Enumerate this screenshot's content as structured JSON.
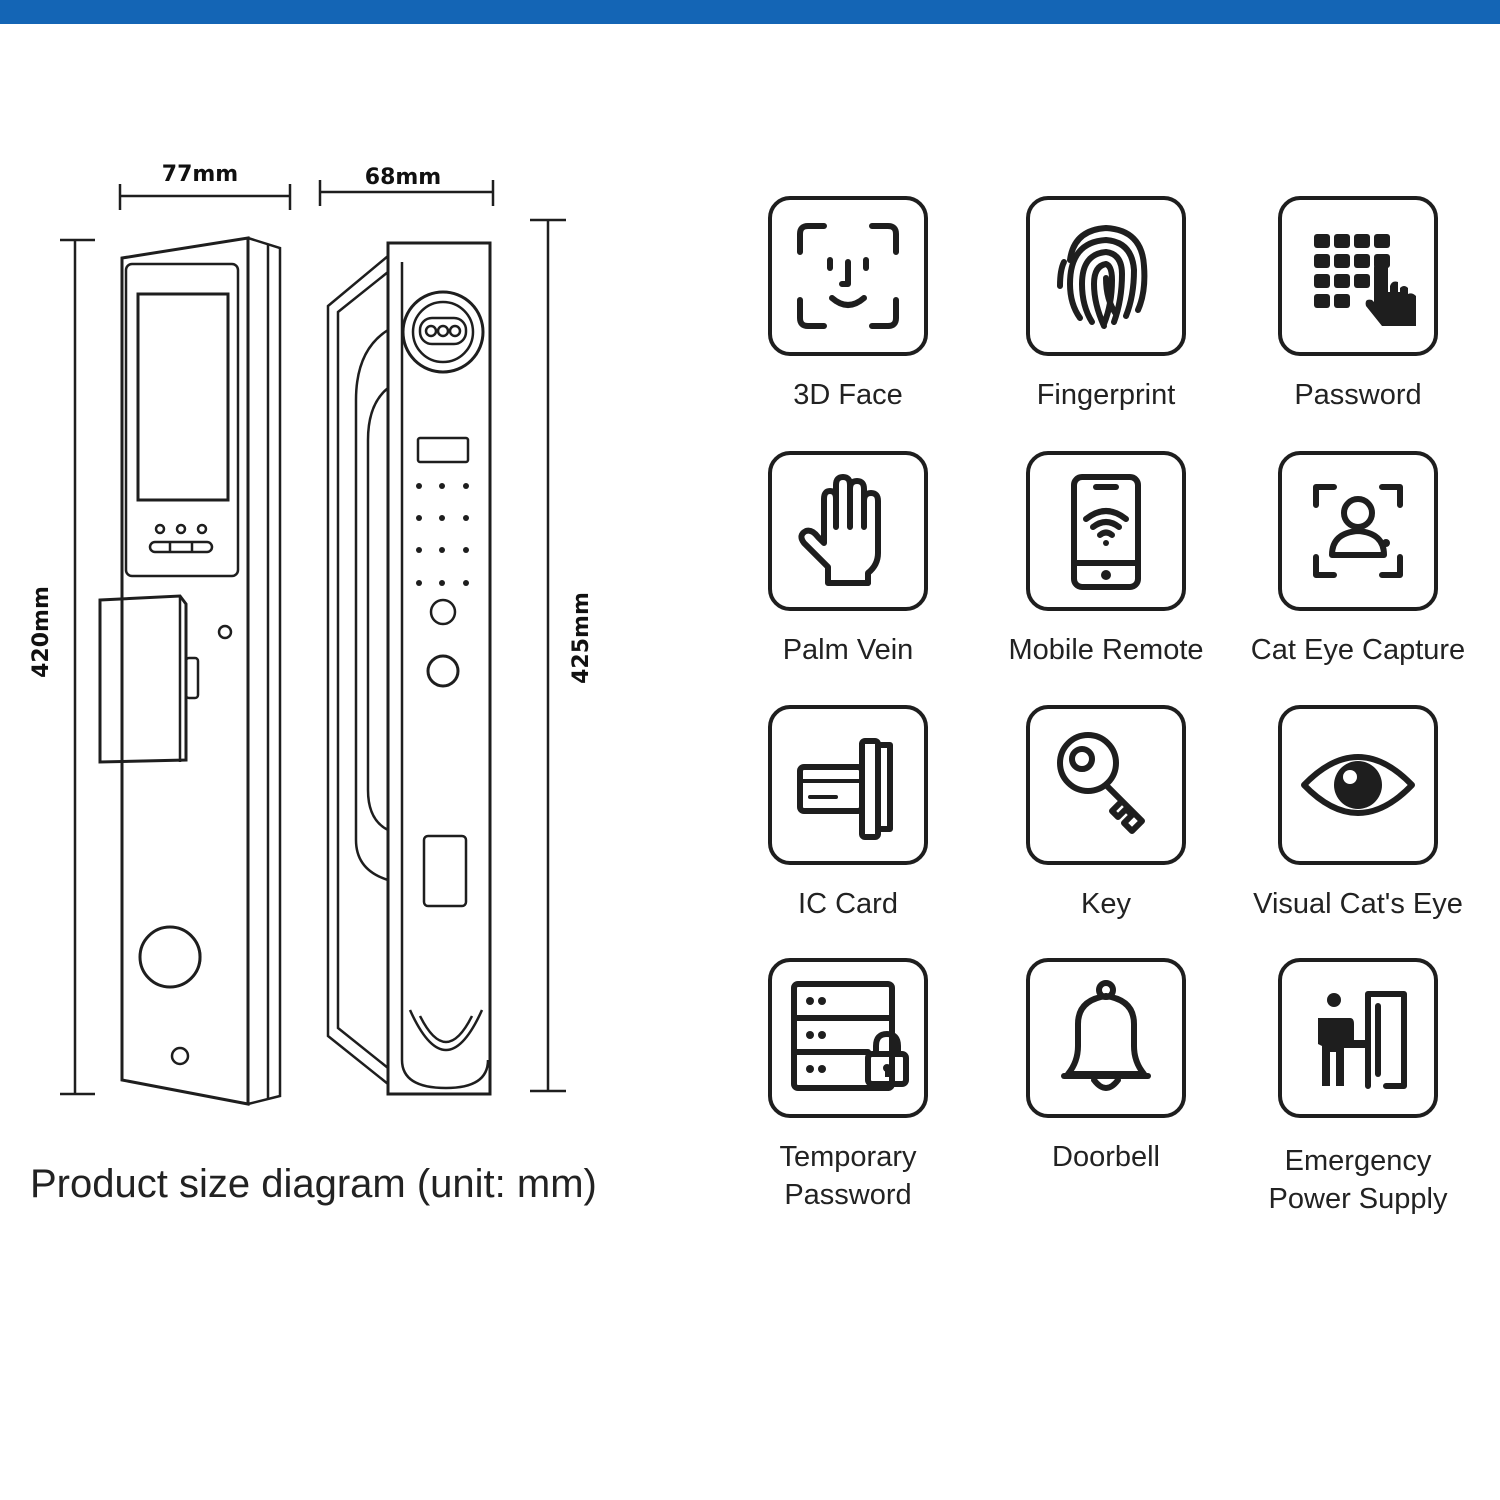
{
  "theme": {
    "accent": "#1465b5",
    "ink": "#1e1e1e"
  },
  "dimensions": {
    "front_width": "77mm",
    "side_width": "68mm",
    "front_height": "420mm",
    "side_height": "425mm"
  },
  "caption": "Product size diagram (unit: mm)",
  "features": [
    {
      "icon": "face-scan-icon",
      "label": "3D Face"
    },
    {
      "icon": "fingerprint-icon",
      "label": "Fingerprint"
    },
    {
      "icon": "keypad-icon",
      "label": "Password"
    },
    {
      "icon": "palm-icon",
      "label": "Palm Vein"
    },
    {
      "icon": "mobile-wifi-icon",
      "label": "Mobile Remote"
    },
    {
      "icon": "person-capture-icon",
      "label": "Cat Eye Capture"
    },
    {
      "icon": "ic-card-icon",
      "label": "IC Card"
    },
    {
      "icon": "key-icon",
      "label": "Key"
    },
    {
      "icon": "eye-icon",
      "label": "Visual Cat's Eye"
    },
    {
      "icon": "server-lock-icon",
      "label": "Temporary\nPassword"
    },
    {
      "icon": "bell-icon",
      "label": "Doorbell"
    },
    {
      "icon": "emergency-power-icon",
      "label": "Emergency\nPower Supply"
    }
  ]
}
